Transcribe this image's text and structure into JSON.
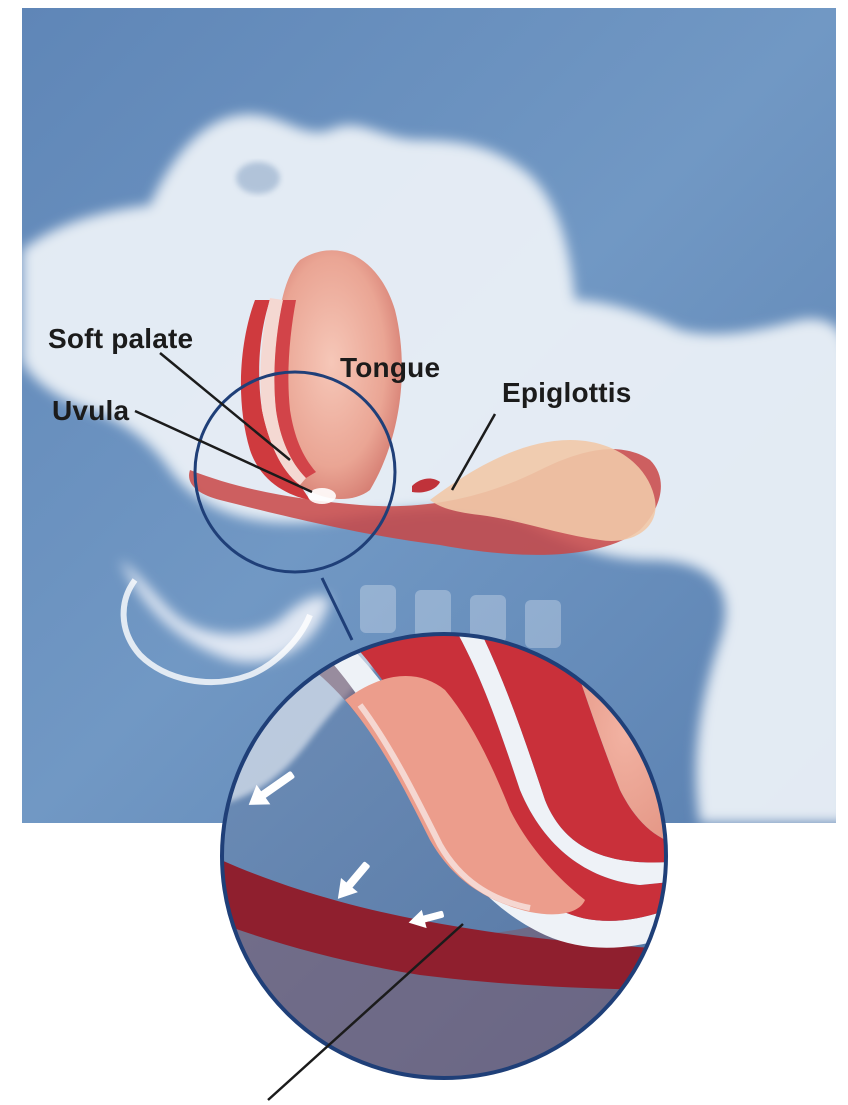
{
  "labels": {
    "soft_palate": "Soft palate",
    "tongue": "Tongue",
    "uvula": "Uvula",
    "epiglottis": "Epiglottis"
  },
  "colors": {
    "background_blue": "#6e93bf",
    "skin": "#eef3f9",
    "tissue_red": "#c8323a",
    "tissue_pink": "#f2b7a6",
    "circle_outline": "#1f3f78",
    "pointer_line": "#1b1b1b"
  },
  "icons": {
    "airflow": "arrow-icon"
  }
}
